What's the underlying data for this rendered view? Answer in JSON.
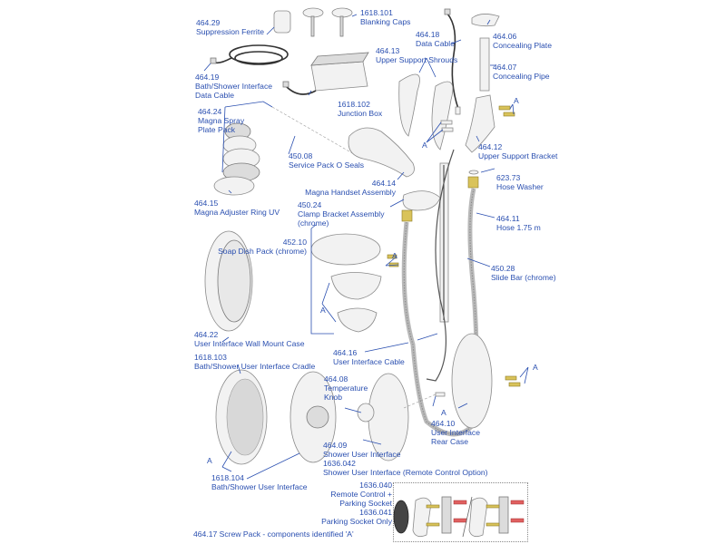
{
  "title": "Exploded parts diagram - shower user interface components",
  "colors": {
    "label": "#2a4fb0",
    "brass": "#d9c35a",
    "red": "#e06060"
  },
  "parts": [
    {
      "code": "464.29",
      "name": [
        "Suppression Ferrite"
      ]
    },
    {
      "code": "1618.101",
      "name": [
        "Blanking Caps"
      ]
    },
    {
      "code": "464.18",
      "name": [
        "Data Cable"
      ]
    },
    {
      "code": "464.06",
      "name": [
        "Concealing Plate"
      ]
    },
    {
      "code": "464.13",
      "name": [
        "Upper Support Shrouds"
      ]
    },
    {
      "code": "464.07",
      "name": [
        "Concealing Pipe"
      ]
    },
    {
      "code": "464.19",
      "name": [
        "Bath/Shower Interface",
        "Data Cable"
      ]
    },
    {
      "code": "1618.102",
      "name": [
        "Junction Box"
      ]
    },
    {
      "code": "464.24",
      "name": [
        "Magna Spray",
        "Plate Pack"
      ]
    },
    {
      "code": "450.08",
      "name": [
        "Service Pack O Seals"
      ]
    },
    {
      "code": "464.12",
      "name": [
        "Upper Support Bracket"
      ]
    },
    {
      "code": "623.73",
      "name": [
        "Hose Washer"
      ]
    },
    {
      "code": "464.15",
      "name": [
        "Magna Adjuster Ring UV"
      ]
    },
    {
      "code": "464.14",
      "name": [
        "Magna Handset Assembly"
      ]
    },
    {
      "code": "450.24",
      "name": [
        "Clamp Bracket Assembly",
        "(chrome)"
      ]
    },
    {
      "code": "464.11",
      "name": [
        "Hose 1.75 m"
      ]
    },
    {
      "code": "452.10",
      "name": [
        "Soap Dish Pack (chrome)"
      ]
    },
    {
      "code": "450.28",
      "name": [
        "Slide Bar (chrome)"
      ]
    },
    {
      "code": "464.22",
      "name": [
        "User Interface Wall Mount Case"
      ]
    },
    {
      "code": "464.16",
      "name": [
        "User Interface Cable"
      ]
    },
    {
      "code": "1618.103",
      "name": [
        "Bath/Shower User Interface Cradle"
      ]
    },
    {
      "code": "464.08",
      "name": [
        "Temperature",
        "Knob"
      ]
    },
    {
      "code": "464.10",
      "name": [
        "User Interface",
        "Rear Case"
      ]
    },
    {
      "code": "464.09",
      "name": [
        "Shower User Interface"
      ]
    },
    {
      "code": "1636.042",
      "name": [
        "Shower User Interface (Remote Control Option)"
      ]
    },
    {
      "code": "1618.104",
      "name": [
        "Bath/Shower User Interface"
      ]
    },
    {
      "code": "1636.040",
      "name": [
        "Remote Control +",
        "Parking Socket"
      ]
    },
    {
      "code": "1636.041",
      "name": [
        "Parking Socket Only"
      ]
    }
  ],
  "screw_pack": "464.17  Screw Pack - components identified 'A'",
  "marker": "A"
}
